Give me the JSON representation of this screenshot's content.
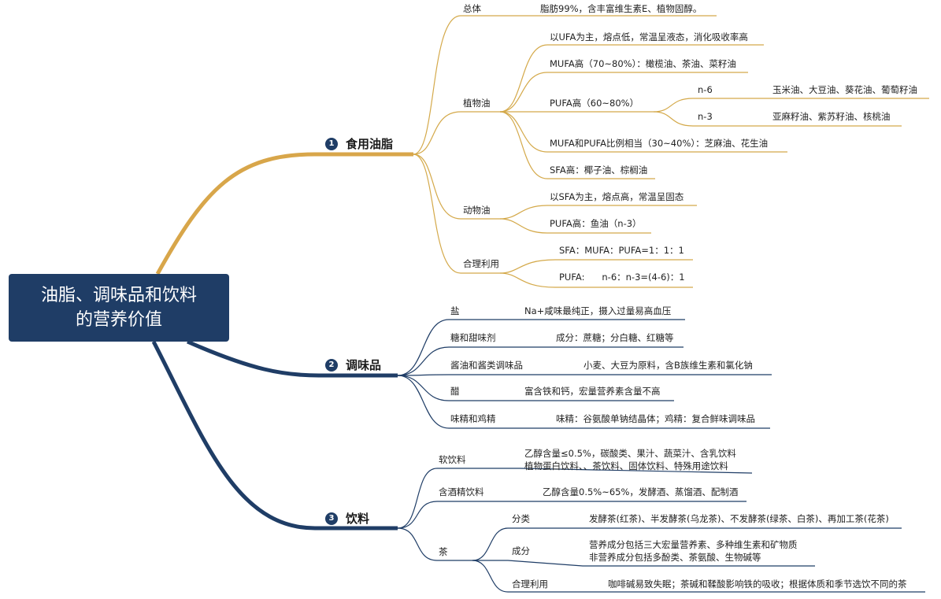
{
  "root": {
    "line1": "油脂、调味品和饮料",
    "line2": "的营养价值"
  },
  "sections": {
    "oil": {
      "num": "1",
      "title": "食用油脂",
      "zongti": "总体",
      "zongti_desc": "脂肪99%，含丰富维生素E、植物固醇。",
      "zhiwu": "植物油",
      "zhiwu_main": "以UFA为主，熔点低，常温呈液态，消化吸收率高",
      "mufa": "MUFA高（70~80%）：橄榄油、茶油、菜籽油",
      "pufa": "PUFA高（60~80%）",
      "n6": "n-6",
      "n6_desc": "玉米油、大豆油、葵花油、葡萄籽油",
      "n3": "n-3",
      "n3_desc": "亚麻籽油、紫苏籽油、核桃油",
      "mufa_pufa": "MUFA和PUFA比例相当（30~40%）：芝麻油、花生油",
      "sfa": "SFA高：椰子油、棕榈油",
      "dongwu": "动物油",
      "dongwu_main": "以SFA为主，熔点高，常温呈固态",
      "dongwu_pufa": "PUFA高：鱼油（n-3）",
      "heli": "合理利用",
      "heli_1": "SFA：MUFA：PUFA=1：1：1",
      "heli_2": "PUFA:      n-6：n-3=(4-6)：1"
    },
    "seasoning": {
      "num": "2",
      "title": "调味品",
      "yan": "盐",
      "yan_desc": "Na+咸味最纯正，摄入过量易高血压",
      "tang": "糖和甜味剂",
      "tang_desc": "成分：蔗糖；分白糖、红糖等",
      "jiangyou": "酱油和酱类调味品",
      "jiangyou_desc": "小麦、大豆为原料，含B族维生素和氯化钠",
      "cu": "醋",
      "cu_desc": "富含铁和钙，宏量营养素含量不高",
      "weijing": "味精和鸡精",
      "weijing_desc": "味精：谷氨酸单钠结晶体；鸡精：复合鲜味调味品"
    },
    "drinks": {
      "num": "3",
      "title": "饮料",
      "ruan": "软饮料",
      "ruan_desc1": "乙醇含量≤0.5%，碳酸类、果汁、蔬菜汁、含乳饮料",
      "ruan_desc2": "植物蛋白饮料、、茶饮料、固体饮料、特殊用途饮料",
      "jiu": "含酒精饮料",
      "jiu_desc": "乙醇含量0.5%~65%，发酵酒、蒸馏酒、配制酒",
      "cha": "茶",
      "fenlei": "分类",
      "fenlei_desc": "发酵茶(红茶)、半发酵茶(乌龙茶)、不发酵茶(绿茶、白茶)、再加工茶(花茶)",
      "chengfen": "成分",
      "chengfen_desc1": "营养成分包括三大宏量营养素、多种维生素和矿物质",
      "chengfen_desc2": "非营养成分包括多酚类、茶氨酸、生物碱等",
      "cha_heli": "合理利用",
      "cha_heli_desc": "咖啡碱易致失眠；茶碱和鞣酸影响铁的吸收；根据体质和季节选饮不同的茶"
    }
  },
  "colors": {
    "gold": "#d4a94a",
    "gold_thick": "#d8a64a",
    "navy": "#1f3d66"
  }
}
